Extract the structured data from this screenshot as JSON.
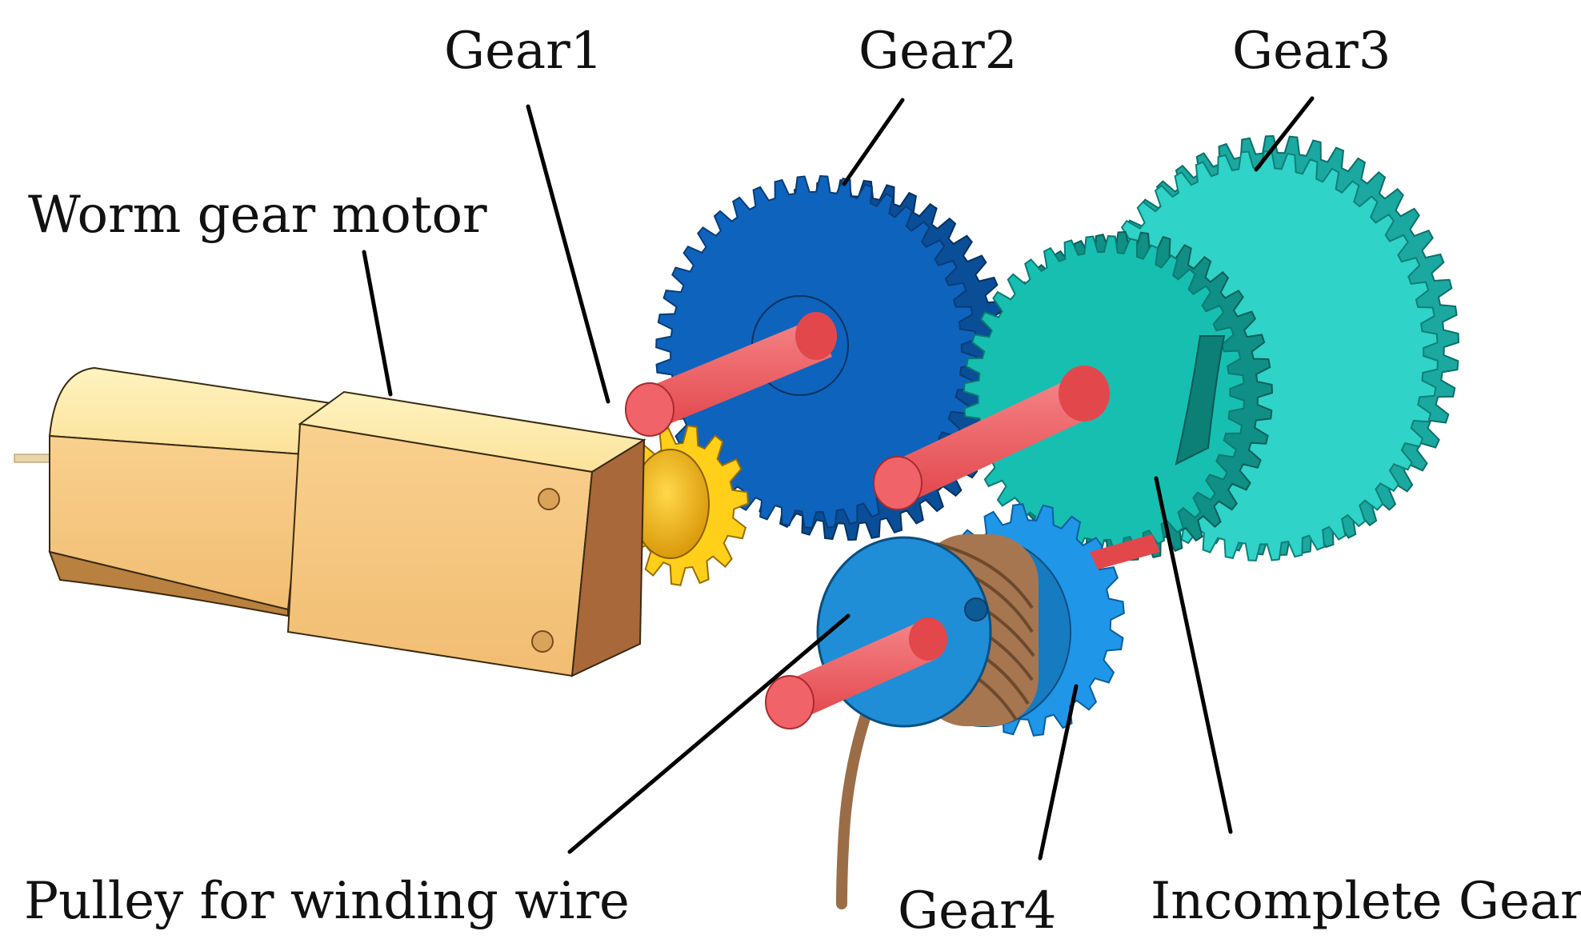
{
  "labels": {
    "gear1": "Gear1",
    "gear2": "Gear2",
    "gear3": "Gear3",
    "gear4": "Gear4",
    "motor": "Worm gear motor",
    "pulley": "Pulley for winding wire",
    "incomplete_gear": "Incomplete Gear"
  },
  "colors": {
    "background": "#ffffff",
    "motor_light": "#fde9a0",
    "motor_main": "#f5c882",
    "motor_side": "#a9683a",
    "gear1": "#e0a800",
    "gear2": "#0b5fb5",
    "gear3": "#26c9be",
    "incomplete_gear": "#14b9ab",
    "gear4": "#2196e6",
    "pulley": "#1f8ed6",
    "shaft": "#ee5a5f",
    "wire": "#9b6d47"
  },
  "gear_teeth": {
    "gear2": 44,
    "gear3": 48,
    "incomplete_gear": 40,
    "gear4": 20,
    "gear1": 14
  }
}
